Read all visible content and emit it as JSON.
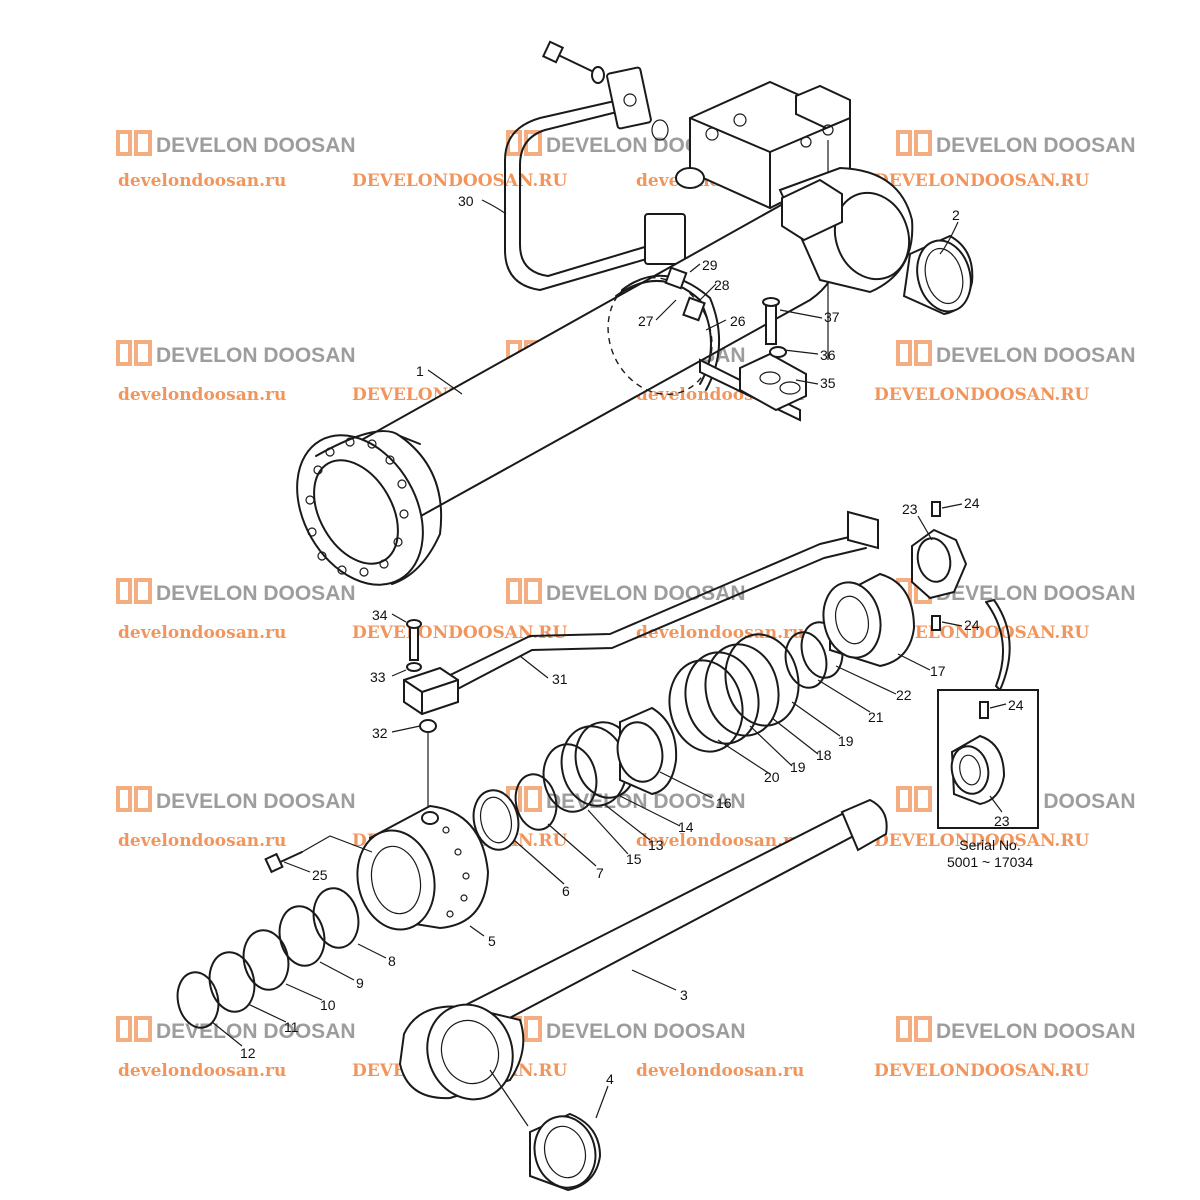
{
  "watermark": {
    "brand": "DEVELON DOOSAN",
    "url_lower": "develondoosan.ru",
    "url_upper": "DEVELONDOOSAN.RU",
    "brand_color": "#8c8c8c",
    "url_color": "#f08a4b"
  },
  "inset": {
    "serial_label": "Serial No.",
    "serial_range": "5001 ~ 17034"
  },
  "labels": {
    "p1": "1",
    "p2": "2",
    "p3": "3",
    "p4": "4",
    "p5": "5",
    "p6": "6",
    "p7": "7",
    "p8": "8",
    "p9": "9",
    "p10": "10",
    "p11": "11",
    "p12": "12",
    "p13": "13",
    "p14": "14",
    "p15": "15",
    "p16": "16",
    "p17": "17",
    "p18": "18",
    "p19a": "19",
    "p19b": "19",
    "p20": "20",
    "p21": "21",
    "p22": "22",
    "p23a": "23",
    "p23b": "23",
    "p24a": "24",
    "p24b": "24",
    "p24c": "24",
    "p25": "25",
    "p26": "26",
    "p27": "27",
    "p28": "28",
    "p29": "29",
    "p30": "30",
    "p31": "31",
    "p32": "32",
    "p33": "33",
    "p34": "34",
    "p35": "35",
    "p36": "36",
    "p37": "37"
  }
}
